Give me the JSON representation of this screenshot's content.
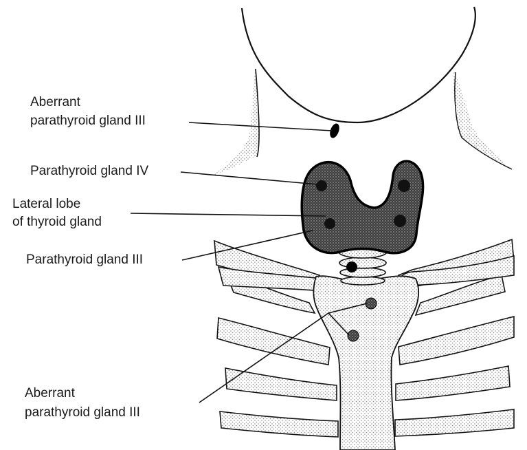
{
  "labels": {
    "aberrant_top_line1": "Aberrant",
    "aberrant_top_line2": "parathyroid gland III",
    "parathyroid_iv": "Parathyroid gland IV",
    "lateral_lobe_line1": "Lateral lobe",
    "lateral_lobe_line2": "of thyroid gland",
    "parathyroid_iii": "Parathyroid gland III",
    "aberrant_bottom_line1": "Aberrant",
    "aberrant_bottom_line2": "parathyroid gland III"
  },
  "colors": {
    "ink": "#111111",
    "thyroid_fill": "#4a4a4a",
    "bone_fill": "#d9d9d9",
    "gland": "#000000"
  }
}
